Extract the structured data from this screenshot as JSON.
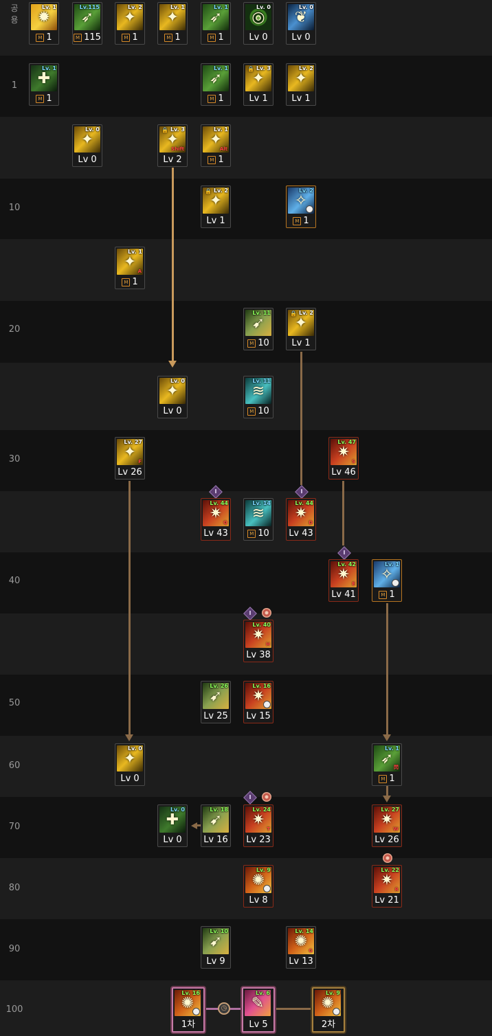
{
  "rows": [
    {
      "label": "",
      "vertical": "공용"
    },
    {
      "label": "1"
    },
    {
      "label": ""
    },
    {
      "label": "10"
    },
    {
      "label": ""
    },
    {
      "label": "20"
    },
    {
      "label": ""
    },
    {
      "label": "30"
    },
    {
      "label": ""
    },
    {
      "label": "40"
    },
    {
      "label": ""
    },
    {
      "label": "50"
    },
    {
      "label": "60"
    },
    {
      "label": "70"
    },
    {
      "label": "80"
    },
    {
      "label": "90"
    },
    {
      "label": "100"
    }
  ],
  "skills": {
    "c0": {
      "tag": "Lv. 1",
      "bottom": "1",
      "m": "M",
      "color": "orange"
    },
    "c1": {
      "tag": "Lv.115",
      "bottom": "115",
      "m": "M",
      "color": "green"
    },
    "c2": {
      "tag": "Lv. 2",
      "bottom": "1",
      "m": "M",
      "color": "gold"
    },
    "c3": {
      "tag": "Lv. 1",
      "bottom": "1",
      "m": "M",
      "color": "gold"
    },
    "c4": {
      "tag": "Lv. 1",
      "bottom": "1",
      "m": "M",
      "color": "green"
    },
    "c5": {
      "tag": "Lv. 0",
      "bottom": "Lv 0",
      "color": "radar"
    },
    "c6": {
      "tag": "Lv. 0",
      "bottom": "Lv 0",
      "color": "wings"
    },
    "r1a": {
      "tag": "Lv. 1",
      "bottom": "1",
      "m": "M",
      "color": "darkgreen"
    },
    "r1b": {
      "tag": "Lv. 1",
      "bottom": "1",
      "m": "M",
      "color": "green"
    },
    "r1c": {
      "tag": "Lv. 3",
      "bottom": "Lv 1",
      "lock": "🔒",
      "color": "gold"
    },
    "r1d": {
      "tag": "Lv. 2",
      "bottom": "Lv 1",
      "color": "gold"
    },
    "r2a": {
      "tag": "Lv. 0",
      "bottom": "Lv 0",
      "color": "gold"
    },
    "r2b": {
      "tag": "Lv. 3",
      "bottom": "Lv 2",
      "lock": "🔒",
      "hotkey": "Shift",
      "color": "gold"
    },
    "r2c": {
      "tag": "Lv. 1",
      "bottom": "1",
      "m": "M",
      "hotkey": "Alt",
      "color": "gold"
    },
    "r10a": {
      "tag": "Lv. 2",
      "bottom": "Lv 1",
      "lock": "🔒",
      "color": "gold"
    },
    "r10b": {
      "tag": "Lv. 2",
      "bottom": "1",
      "m": "M",
      "clock": true,
      "color": "blue"
    },
    "r15a": {
      "tag": "Lv. 1",
      "bottom": "1",
      "m": "M",
      "hotkey": "A",
      "color": "gold"
    },
    "r20a": {
      "tag": "Lv. 11",
      "bottom": "10",
      "m": "M",
      "color": "greengold"
    },
    "r20b": {
      "tag": "Lv. 2",
      "bottom": "Lv 1",
      "lock": "🔒",
      "color": "gold"
    },
    "r25a": {
      "tag": "Lv. 0",
      "bottom": "Lv 0",
      "color": "gold"
    },
    "r25b": {
      "tag": "Lv. 11",
      "bottom": "10",
      "m": "M",
      "color": "teal"
    },
    "r30a": {
      "tag": "Lv. 27",
      "bottom": "Lv 26",
      "hotkey": "F",
      "color": "gold"
    },
    "r30b": {
      "tag": "Lv. 47",
      "bottom": "Lv 46",
      "hotkey": "S",
      "color": "red"
    },
    "r35a": {
      "tag": "Lv. 44",
      "bottom": "Lv 43",
      "hotkey": "Q",
      "color": "red"
    },
    "r35b": {
      "tag": "Lv. 14",
      "bottom": "10",
      "m": "M",
      "color": "teal"
    },
    "r35c": {
      "tag": "Lv. 44",
      "bottom": "Lv 43",
      "hotkey": "D",
      "color": "red"
    },
    "r40a": {
      "tag": "Lv. 42",
      "bottom": "Lv 41",
      "hotkey": "E",
      "color": "red"
    },
    "r40b": {
      "tag": "Lv. 1",
      "bottom": "1",
      "m": "M",
      "clock": true,
      "color": "blue"
    },
    "r45a": {
      "tag": "Lv. 40",
      "bottom": "Lv 38",
      "hotkey": "H",
      "color": "red"
    },
    "r50a": {
      "tag": "Lv. 26",
      "bottom": "Lv 25",
      "color": "greengold"
    },
    "r50b": {
      "tag": "Lv. 16",
      "bottom": "Lv 15",
      "clock": true,
      "color": "red"
    },
    "r60a": {
      "tag": "Lv. 0",
      "bottom": "Lv 0",
      "color": "gold"
    },
    "r60b": {
      "tag": "Lv. 1",
      "bottom": "1",
      "m": "M",
      "hotkey": "閃",
      "color": "green"
    },
    "r70a": {
      "tag": "Lv. 0",
      "bottom": "Lv 0",
      "color": "darkgreen"
    },
    "r70b": {
      "tag": "Lv. 18",
      "bottom": "Lv 16",
      "color": "greengold"
    },
    "r70c": {
      "tag": "Lv. 24",
      "bottom": "Lv 23",
      "hotkey": "T",
      "color": "red"
    },
    "r70d": {
      "tag": "Lv. 27",
      "bottom": "Lv 26",
      "hotkey": "W",
      "color": "red"
    },
    "r80a": {
      "tag": "Lv. 9",
      "bottom": "Lv 8",
      "clock": true,
      "color": "redgold"
    },
    "r80b": {
      "tag": "Lv. 22",
      "bottom": "Lv 21",
      "hotkey": "R",
      "color": "red"
    },
    "r90a": {
      "tag": "Lv. 10",
      "bottom": "Lv 9",
      "color": "greengold"
    },
    "r90b": {
      "tag": "Lv. 14",
      "bottom": "Lv 13",
      "hotkey": "G",
      "color": "redgold"
    },
    "r100a": {
      "tag": "Lv. 16",
      "bottom": "1차",
      "clock": true,
      "color": "redgold"
    },
    "r100b": {
      "tag": "Lv. 6",
      "bottom": "Lv 5",
      "color": "pink"
    },
    "r100c": {
      "tag": "Lv. 9",
      "bottom": "2차",
      "clock": true,
      "color": "redgold"
    }
  },
  "badges": {
    "diamond": "I",
    "clock": "◷"
  }
}
